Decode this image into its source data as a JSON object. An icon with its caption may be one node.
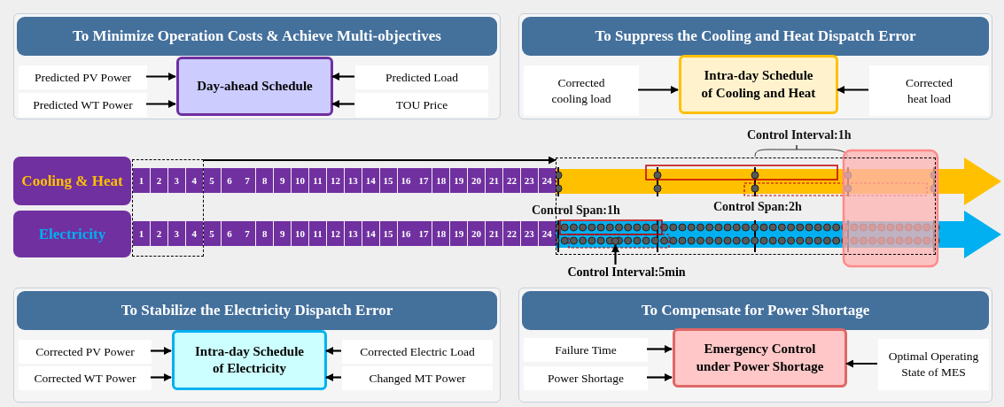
{
  "diagram": {
    "nodes": [
      {
        "text": [
          "To Minimize Operation Costs & Achieve Multi-objectives"
        ]
      },
      {
        "text": [
          "Predicted PV Power"
        ],
        "in": 0
      },
      {
        "text": [
          "Predicted WT Power"
        ],
        "in": 0
      },
      {
        "text": [
          "Day-ahead Schedule"
        ],
        "in": 0
      },
      {
        "text": [
          "Predicted Load"
        ],
        "in": 0
      },
      {
        "text": [
          "TOU Price"
        ],
        "in": 0
      },
      {
        "text": [
          "To Suppress the Cooling and Heat Dispatch Error"
        ]
      },
      {
        "text": [
          "Corrected cooling load"
        ],
        "in": 6
      },
      {
        "text": [
          "Intra-day Schedule of Cooling and Heat"
        ],
        "in": 6
      },
      {
        "text": [
          "Corrected heat load"
        ],
        "in": 6
      },
      {
        "text": [
          "Cooling & Heat"
        ]
      },
      {
        "text": [],
        "shape": "box"
      },
      {
        "text": [
          "1"
        ],
        "in": 11
      },
      {
        "text": [
          "2"
        ],
        "in": 11
      },
      {
        "text": [
          "3"
        ],
        "in": 11
      },
      {
        "text": [
          "4"
        ],
        "in": 11
      },
      {
        "text": [
          "5"
        ]
      },
      {
        "text": [
          "6"
        ]
      },
      {
        "text": [
          "7"
        ]
      },
      {
        "text": [
          "8"
        ]
      },
      {
        "text": [
          "9"
        ]
      },
      {
        "text": [
          "10"
        ]
      },
      {
        "text": [
          "11"
        ]
      },
      {
        "text": [
          "12"
        ]
      },
      {
        "text": [
          "13"
        ]
      },
      {
        "text": [
          "14"
        ]
      },
      {
        "text": [
          "15"
        ]
      },
      {
        "text": [
          "16"
        ]
      },
      {
        "text": [
          "17"
        ]
      },
      {
        "text": [
          "18"
        ]
      },
      {
        "text": [
          "19"
        ]
      },
      {
        "text": [
          "20"
        ]
      },
      {
        "text": [
          "21"
        ]
      },
      {
        "text": [
          "22"
        ]
      },
      {
        "text": [
          "23"
        ]
      },
      {
        "text": [
          "24"
        ]
      },
      {
        "text": [
          "Electricity"
        ]
      },
      {
        "text": [
          "1"
        ],
        "in": 11
      },
      {
        "text": [
          "2"
        ],
        "in": 11
      },
      {
        "text": [
          "3"
        ],
        "in": 11
      },
      {
        "text": [
          "4"
        ],
        "in": 11
      },
      {
        "text": [
          "5"
        ]
      },
      {
        "text": [
          "6"
        ]
      },
      {
        "text": [
          "7"
        ]
      },
      {
        "text": [
          "8"
        ]
      },
      {
        "text": [
          "9"
        ]
      },
      {
        "text": [
          "10"
        ]
      },
      {
        "text": [
          "11"
        ]
      },
      {
        "text": [
          "12"
        ]
      },
      {
        "text": [
          "13"
        ]
      },
      {
        "text": [
          "14"
        ]
      },
      {
        "text": [
          "15"
        ]
      },
      {
        "text": [
          "16"
        ]
      },
      {
        "text": [
          "17"
        ]
      },
      {
        "text": [
          "18"
        ]
      },
      {
        "text": [
          "19"
        ]
      },
      {
        "text": [
          "20"
        ]
      },
      {
        "text": [
          "21"
        ]
      },
      {
        "text": [
          "22"
        ]
      },
      {
        "text": [
          "23"
        ]
      },
      {
        "text": [
          "24"
        ]
      },
      {
        "text": [],
        "shape": "box"
      },
      {
        "text": [
          "Control Interval:5min"
        ]
      },
      {
        "text": [
          "To Stabilize the Electricity Dispatch Error"
        ]
      },
      {
        "text": [
          "Corrected PV Power"
        ],
        "in": 63
      },
      {
        "text": [
          "Corrected WT Power"
        ],
        "in": 63
      },
      {
        "text": [
          "Intra-day Schedule of Electricity"
        ],
        "in": 63
      },
      {
        "text": [
          "Corrected Electric Load"
        ],
        "in": 63
      },
      {
        "text": [
          "Changed MT Power"
        ],
        "in": 63
      },
      {
        "text": [
          "To Compensate for Power Shortage"
        ]
      },
      {
        "text": [
          "Failure Time"
        ],
        "in": 69
      },
      {
        "text": [
          "Power Shortage"
        ],
        "in": 69
      },
      {
        "text": [
          "Emergency Control under Power Shortage"
        ],
        "in": 69
      },
      {
        "text": [
          "Optimal Operating State of MES"
        ],
        "in": 69
      },
      {
        "text": [],
        "shape": "circle",
        "in": 61
      }
    ],
    "edges": [
      {
        "from": 1,
        "to": 3,
        "arrow": "to"
      },
      {
        "from": 2,
        "to": 3,
        "arrow": "to"
      },
      {
        "from": 4,
        "to": 3,
        "arrow": "to"
      },
      {
        "from": 5,
        "to": 3,
        "arrow": "to"
      },
      {
        "from": 7,
        "to": 8,
        "arrow": "to"
      },
      {
        "from": 9,
        "to": 8,
        "arrow": "to"
      },
      {
        "from": 11,
        "to": 61,
        "arrow": "to"
      },
      {
        "from": 62,
        "to": 74,
        "arrow": "to"
      },
      {
        "from": 64,
        "to": 66,
        "arrow": "to"
      },
      {
        "from": 65,
        "to": 66,
        "arrow": "to"
      },
      {
        "from": 67,
        "to": 66,
        "arrow": "to"
      },
      {
        "from": 68,
        "to": 66,
        "arrow": "to"
      },
      {
        "from": 70,
        "to": 72,
        "arrow": "to"
      },
      {
        "from": 71,
        "to": 72,
        "arrow": "to"
      },
      {
        "from": 73,
        "to": 72,
        "arrow": "to"
      }
    ],
    "labels": [
      "Control Interval:1h",
      "Control Span:2h",
      "Control Span:1h"
    ]
  }
}
